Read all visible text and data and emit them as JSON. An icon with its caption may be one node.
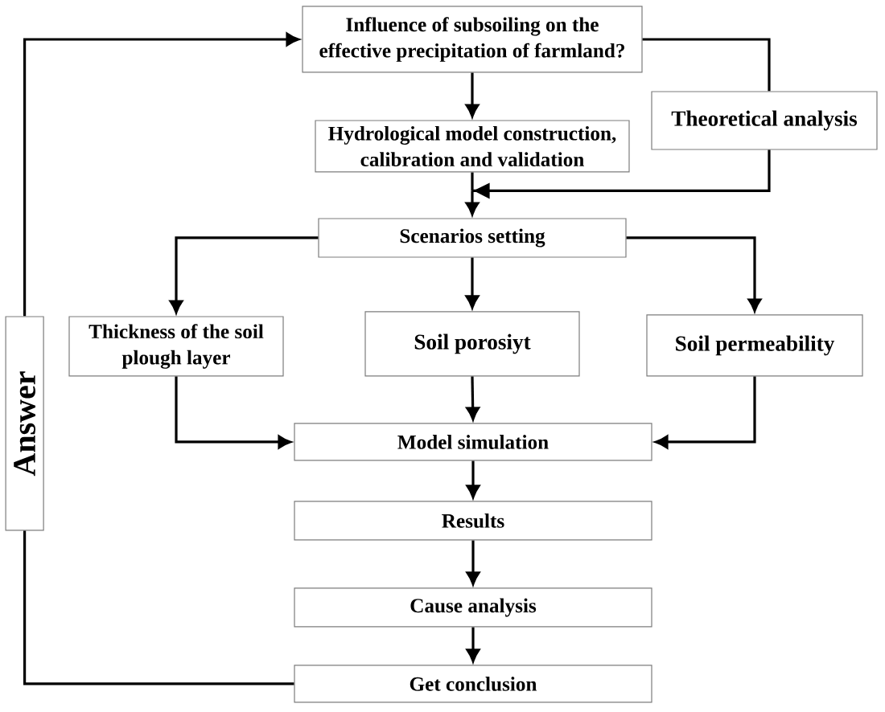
{
  "diagram": {
    "nodes": [
      {
        "text": [
          "Influence of subsoiling on the effective precipitation of farmland?"
        ]
      },
      {
        "text": [
          "Hydrological model construction, calibration and validation"
        ]
      },
      {
        "text": [
          "Theoretical analysis"
        ]
      },
      {
        "text": [
          "Scenarios setting"
        ]
      },
      {
        "text": [
          "Thickness of the soil plough layer"
        ]
      },
      {
        "text": [
          "Soil porosiyt"
        ]
      },
      {
        "text": [
          "Soil permeability"
        ]
      },
      {
        "text": [
          "Model simulation"
        ]
      },
      {
        "text": [
          "Results"
        ]
      },
      {
        "text": [
          "Cause analysis"
        ]
      },
      {
        "text": [
          "Get conclusion"
        ]
      },
      {
        "text": [
          "Answer"
        ]
      }
    ],
    "edges": [
      {
        "from": 0,
        "to": 1,
        "arrow": "to"
      },
      {
        "from": 0,
        "to": 2,
        "arrow": "none"
      },
      {
        "from": 1,
        "to": 3,
        "arrow": "to"
      },
      {
        "from": 2,
        "to": 3,
        "arrow": "to"
      },
      {
        "from": 3,
        "to": 4,
        "arrow": "to"
      },
      {
        "from": 3,
        "to": 5,
        "arrow": "to"
      },
      {
        "from": 3,
        "to": 6,
        "arrow": "to"
      },
      {
        "from": 4,
        "to": 7,
        "arrow": "to"
      },
      {
        "from": 5,
        "to": 7,
        "arrow": "to"
      },
      {
        "from": 6,
        "to": 7,
        "arrow": "to"
      },
      {
        "from": 7,
        "to": 8,
        "arrow": "to"
      },
      {
        "from": 8,
        "to": 9,
        "arrow": "to"
      },
      {
        "from": 9,
        "to": 10,
        "arrow": "to"
      },
      {
        "from": 10,
        "to": 11,
        "arrow": "none"
      },
      {
        "from": 11,
        "to": 0,
        "arrow": "to"
      }
    ]
  }
}
